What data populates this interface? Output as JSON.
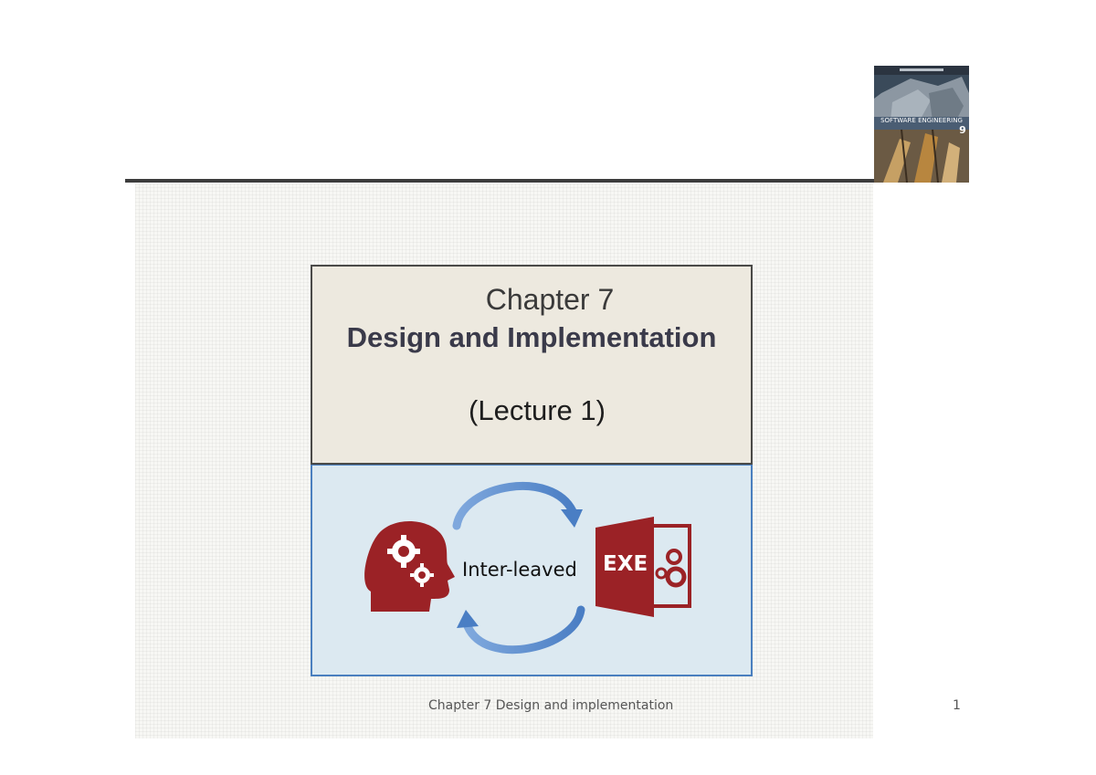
{
  "slide": {
    "chapter_label": "Chapter 7",
    "title": "Design and Implementation",
    "lecture_label": "(Lecture 1)"
  },
  "diagram": {
    "center_label": "Inter-leaved",
    "exe_label": "EXE",
    "left_icon": "head-with-gears-icon",
    "right_icon": "exe-file-icon",
    "arrows": "cycle-arrows-icon"
  },
  "book_cover": {
    "title": "SOFTWARE ENGINEERING",
    "edition": "9"
  },
  "footer": {
    "text": "Chapter 7 Design and implementation",
    "page_number": "1"
  },
  "colors": {
    "title_box_bg": "#ede9df",
    "diagram_bg": "#dce9f1",
    "icon_red": "#9b2226",
    "arrow_blue": "#5b8fd0"
  }
}
